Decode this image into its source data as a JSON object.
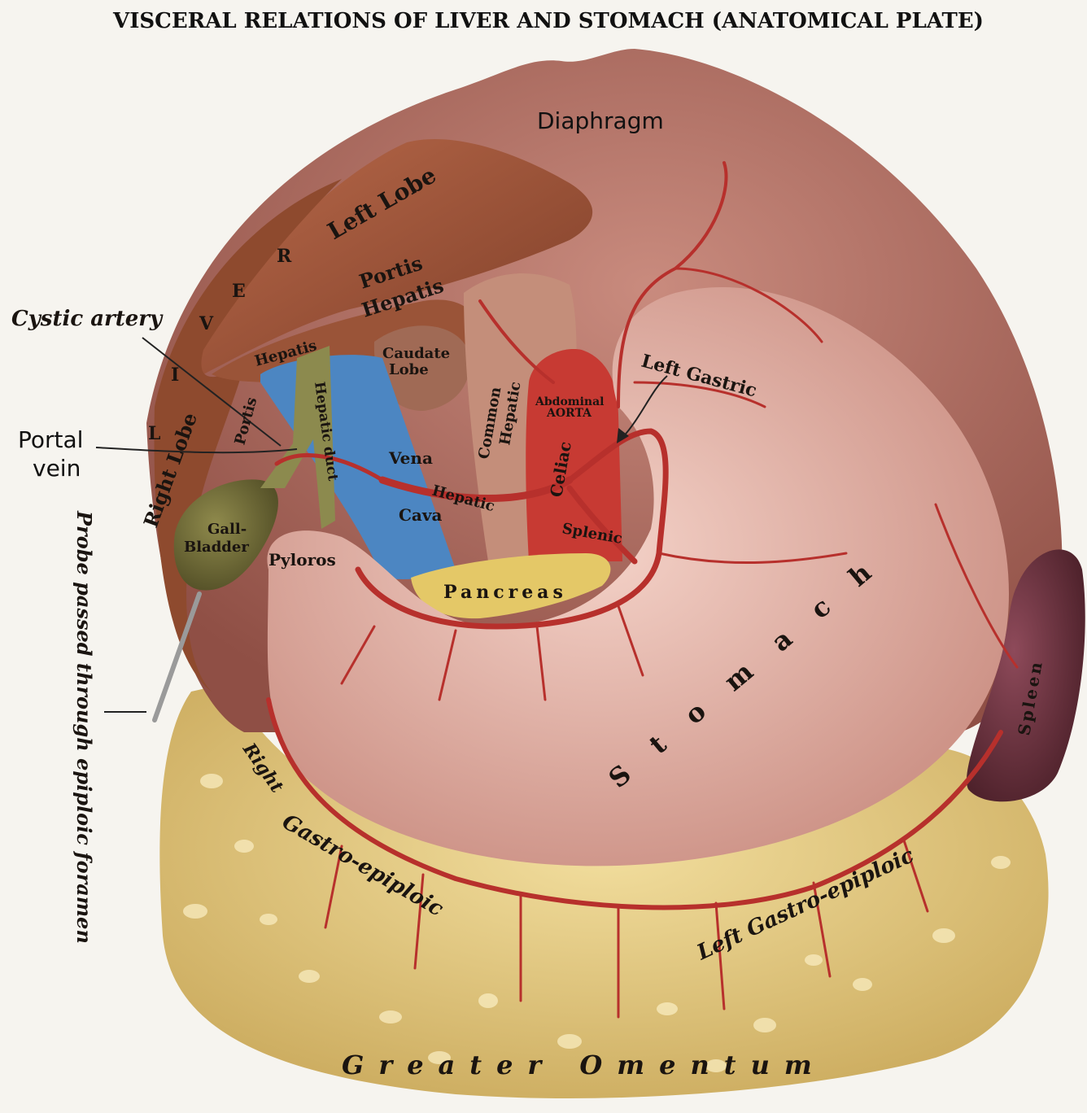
{
  "title": "VISCERAL RELATIONS OF LIVER AND STOMACH (ANATOMICAL PLATE)",
  "labels": {
    "diaphragm": "Diaphragm",
    "left_lobe": "Left Lobe",
    "liver_r": "R",
    "liver_e": "E",
    "liver_v": "V",
    "liver_i": "I",
    "liver_l": "L",
    "portis_hepatis_1": "Portis",
    "portis_hepatis_2": "Hepatis",
    "hepatis": "Hepatis",
    "right_lobe": "Right Lobe",
    "portis": "Portis",
    "hepatic_duct": "Hepatic duct",
    "caudate_1": "Caudate",
    "caudate_2": "Lobe",
    "vena": "Vena",
    "cava": "Cava",
    "common": "Common",
    "common_hepatic": "Hepatic",
    "abdominal": "Abdominal",
    "aorta": "AORTA",
    "celiac": "Celiac",
    "hepatic_artery": "Hepatic",
    "splenic": "Splenic",
    "left_gastric": "Left Gastric",
    "pancreas": "Pancreas",
    "pyloros": "Pyloros",
    "gall_1": "Gall-",
    "gall_2": "Bladder",
    "stomach": "Stomach",
    "spleen": "Spleen",
    "right_ge_1": "Right",
    "right_ge_2": "Gastro-epiploic",
    "left_ge": "Left Gastro-epiploic",
    "greater_omentum": "Greater Omentum",
    "cystic_artery": "Cystic artery",
    "portal_1": "Portal",
    "portal_2": "vein",
    "probe": "Probe passed through epiploic foramen"
  },
  "colors": {
    "diaphragm": "#b9756a",
    "liver": "#a55a3c",
    "stomach": "#e6b2a6",
    "artery": "#b7302c",
    "vein": "#4c86c2",
    "duct": "#8c8a4e",
    "gallbladder": "#6f6a38",
    "pancreas": "#e4c867",
    "omentum": "#eacf84",
    "spleen": "#6a2e3a",
    "aorta": "#c73a33"
  }
}
